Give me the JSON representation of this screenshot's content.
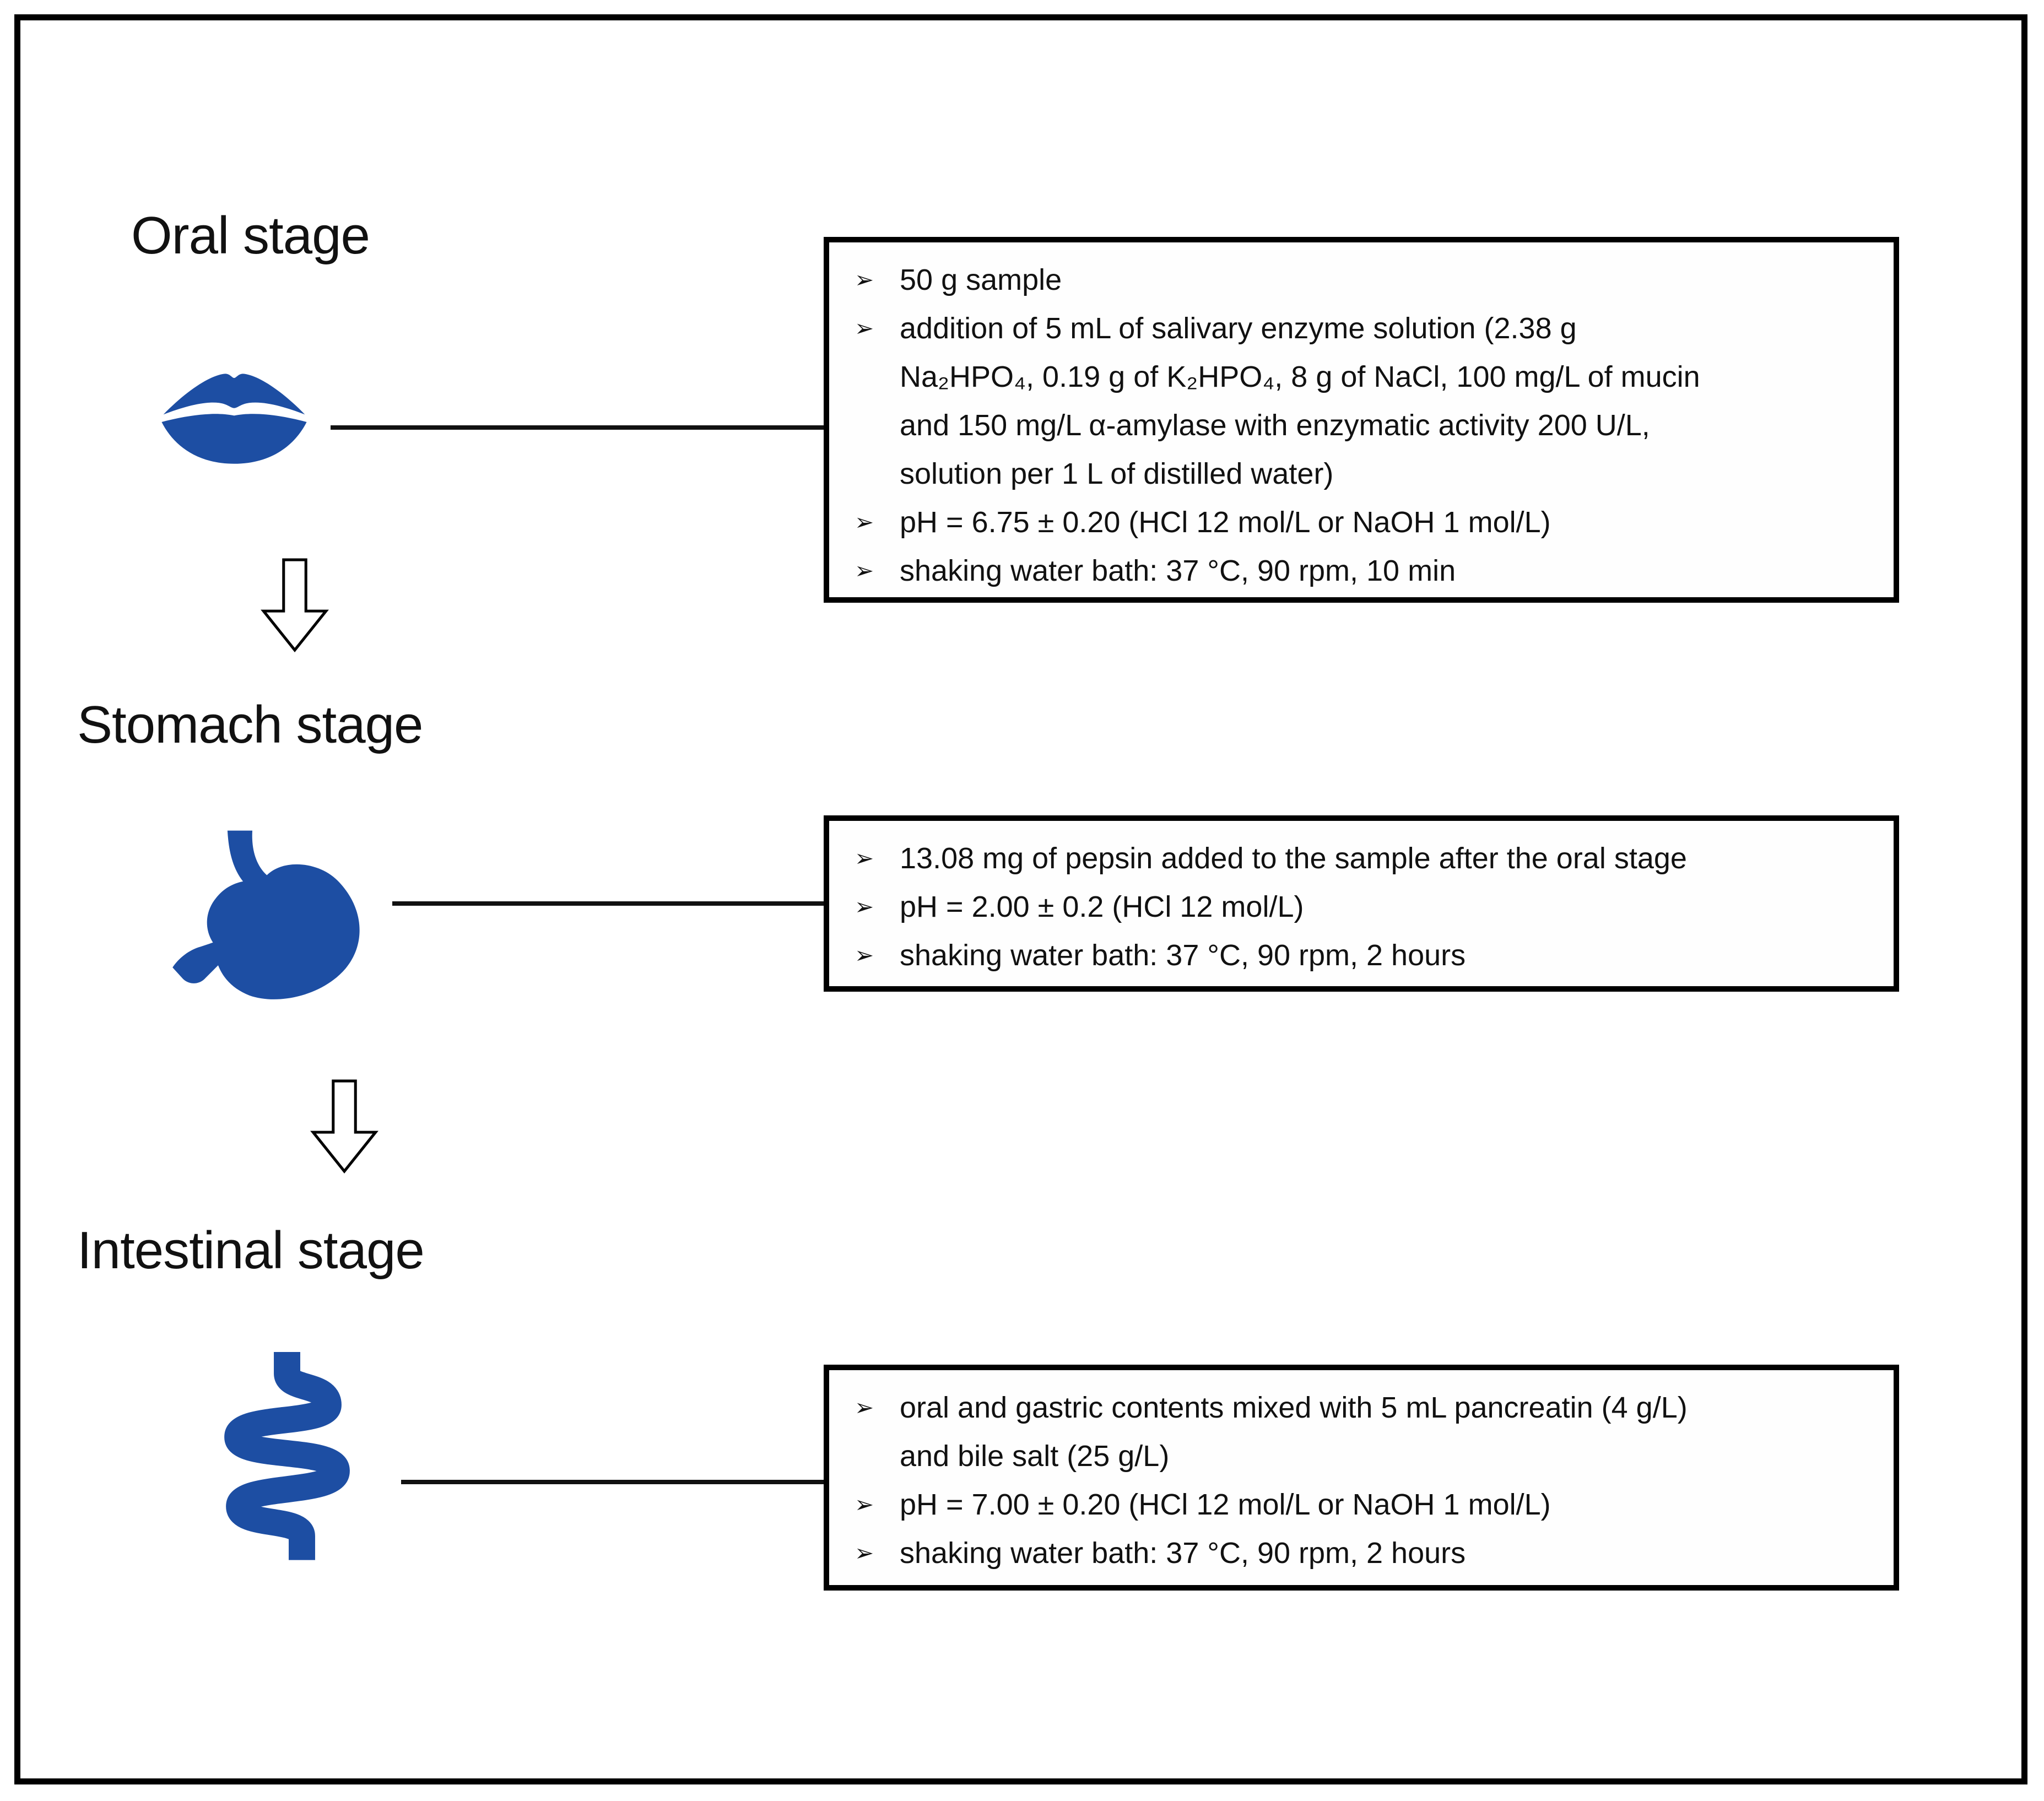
{
  "figure": {
    "title_hint": "in-vitro digestion protocol flow diagram",
    "bullet_glyph": "➢",
    "colors": {
      "icon_blue": "#1d4ea3",
      "ink": "#111111"
    },
    "stages": [
      {
        "label": "Oral stage",
        "icon": "lips-icon",
        "box_items": [
          {
            "lines": [
              "50 g sample"
            ]
          },
          {
            "lines": [
              "addition of 5 mL of salivary enzyme solution (2.38 g",
              "Na₂HPO₄, 0.19 g of K₂HPO₄, 8 g of NaCl, 100 mg/L of mucin",
              "and 150 mg/L α-amylase with enzymatic activity 200 U/L,",
              "solution per 1 L of distilled water)"
            ]
          },
          {
            "lines": [
              "pH = 6.75 ± 0.20 (HCl 12 mol/L or NaOH 1 mol/L)"
            ]
          },
          {
            "lines": [
              "shaking water bath: 37 °C, 90 rpm, 10 min"
            ]
          }
        ]
      },
      {
        "label": "Stomach stage",
        "icon": "stomach-icon",
        "box_items": [
          {
            "lines": [
              "13.08 mg of pepsin added to the sample after the oral stage"
            ]
          },
          {
            "lines": [
              "pH = 2.00 ± 0.2 (HCl 12 mol/L)"
            ]
          },
          {
            "lines": [
              "shaking water bath: 37 °C, 90 rpm, 2 hours"
            ]
          }
        ]
      },
      {
        "label": "Intestinal stage",
        "icon": "intestine-icon",
        "box_items": [
          {
            "lines": [
              "oral and gastric contents mixed with 5 mL pancreatin (4 g/L)",
              "and bile salt (25 g/L)"
            ]
          },
          {
            "lines": [
              "pH = 7.00 ± 0.20 (HCl 12 mol/L or NaOH 1 mol/L)"
            ]
          },
          {
            "lines": [
              "shaking water bath: 37 °C, 90 rpm, 2 hours"
            ]
          }
        ]
      }
    ]
  }
}
